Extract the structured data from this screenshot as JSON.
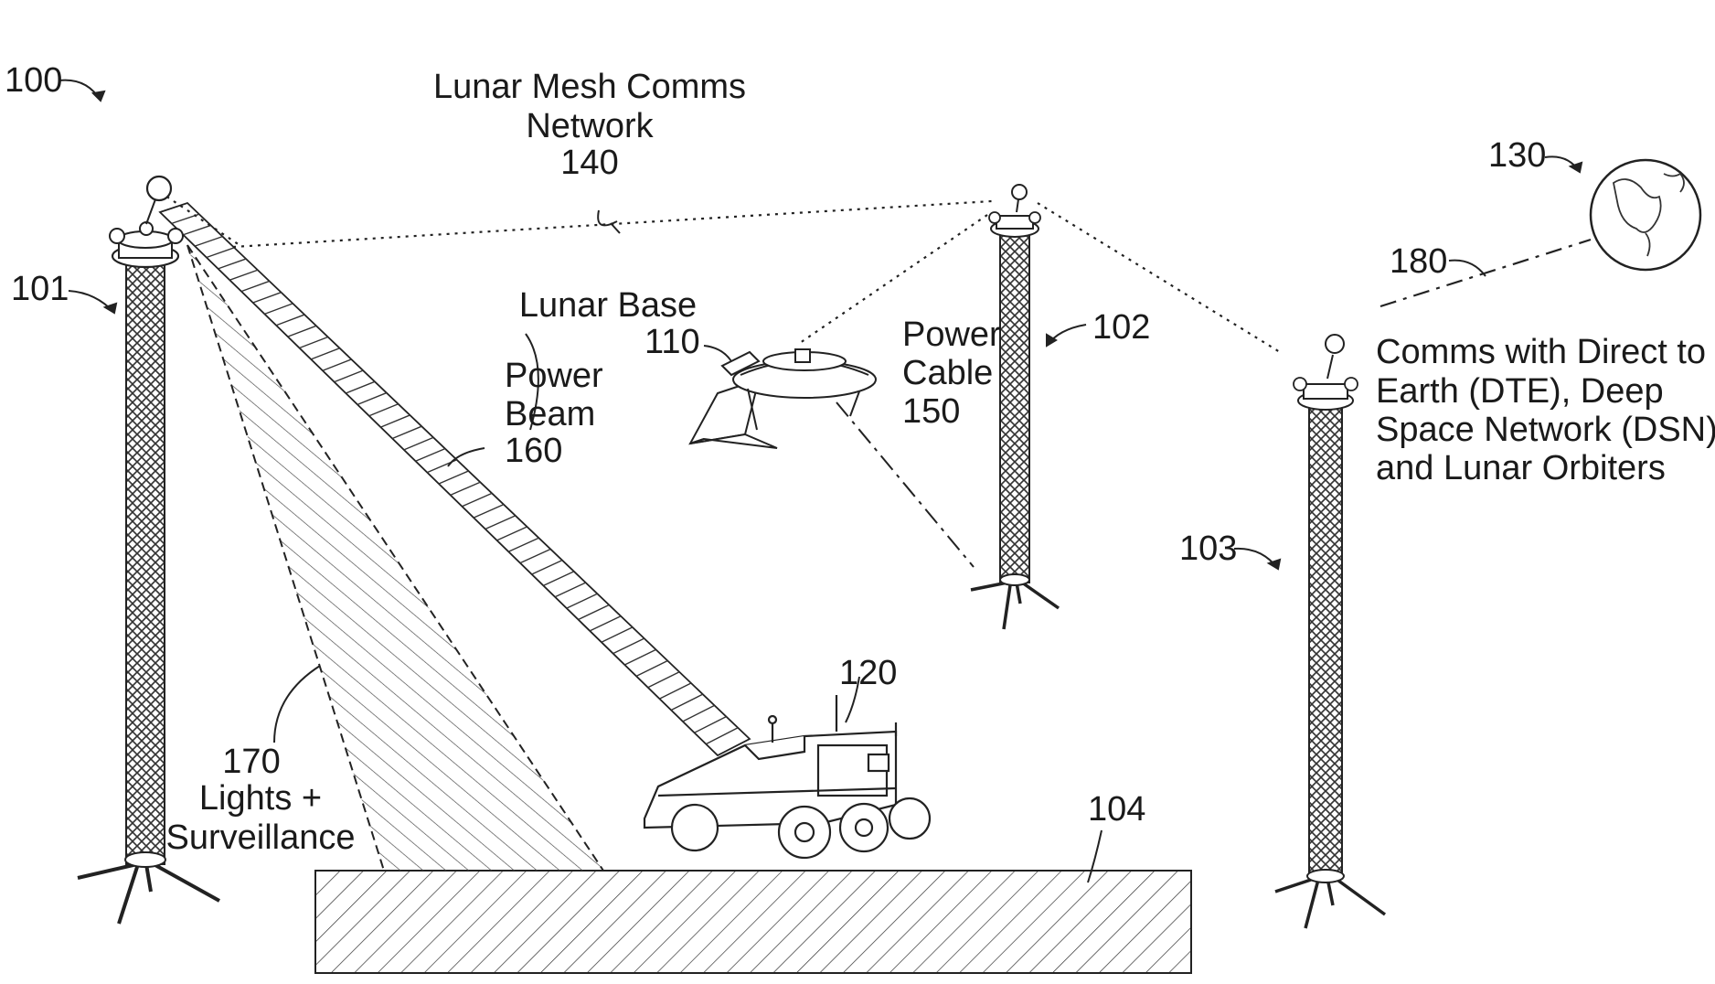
{
  "figure": {
    "ref_system": "100",
    "mesh_network": {
      "label_line1": "Lunar Mesh Comms",
      "label_line2": "Network",
      "ref": "140"
    },
    "tower_1": {
      "ref": "101"
    },
    "tower_2": {
      "ref": "102"
    },
    "tower_3": {
      "ref": "103"
    },
    "ground": {
      "ref": "104"
    },
    "lunar_base": {
      "label": "Lunar Base",
      "ref": "110"
    },
    "rover": {
      "ref": "120"
    },
    "earth": {
      "ref": "130"
    },
    "power_cable": {
      "label_line1": "Power",
      "label_line2": "Cable",
      "ref": "150"
    },
    "power_beam": {
      "label_line1": "Power",
      "label_line2": "Beam",
      "ref": "160"
    },
    "lights": {
      "ref": "170",
      "label_line1": "Lights +",
      "label_line2": "Surveillance"
    },
    "dte_link": {
      "ref": "180",
      "line1": "Comms with Direct to",
      "line2": "Earth (DTE), Deep",
      "line3": "Space Network (DSN),",
      "line4": "and Lunar Orbiters"
    }
  }
}
